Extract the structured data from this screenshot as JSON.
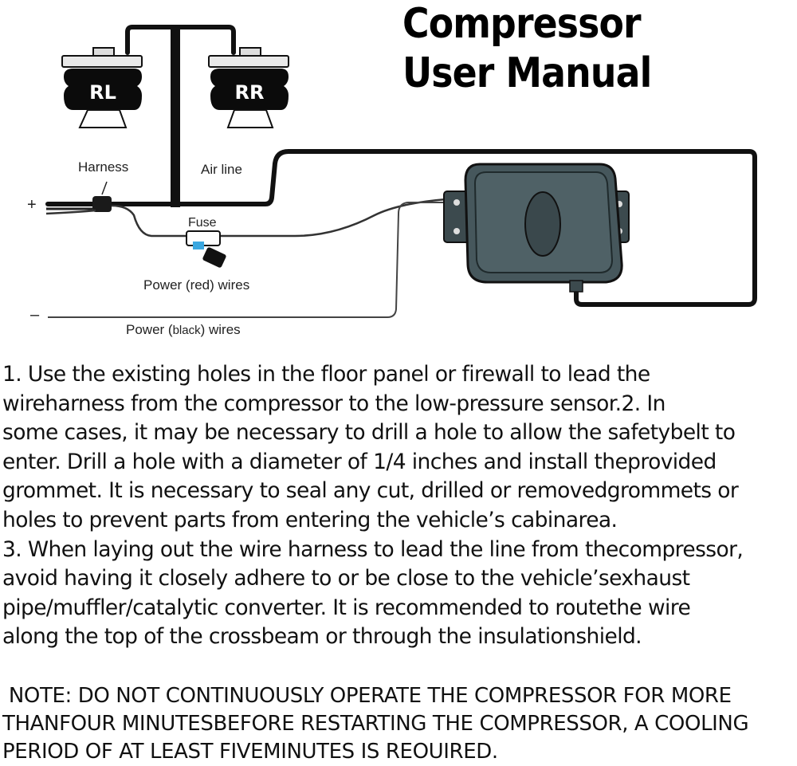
{
  "title": {
    "line1": "Compressor",
    "line2": "User Manual"
  },
  "diagram": {
    "bag_left_label": "RL",
    "bag_right_label": "RR",
    "harness_label": "Harness",
    "airline_label": "Air line",
    "fuse_label": "Fuse",
    "plus_sign": "+",
    "minus_sign": "–",
    "red_wires_label": "Power (red) wires",
    "black_wires_prefix": "Power (",
    "black_wires_mid": "black",
    "black_wires_suffix": ") wires"
  },
  "instructions": [
    "1. Use the existing holes in the floor panel or firewall to lead the",
    "wireharness from the compressor to the low-pressure sensor.2. In",
    "some cases, it may be necessary to drill a hole to allow the safetybelt to",
    "enter. Drill a hole with a diameter of 1/4 inches and install theprovided",
    "grommet. It is necessary to seal any cut, drilled or removedgrommets or",
    "holes to prevent parts from entering the vehicle’s cabinarea.",
    "3. When laying out the wire harness to lead the line from thecompressor,",
    "avoid having it closely adhere to or be close to the vehicle’sexhaust",
    "pipe/muffler/catalytic converter. It is recommended to routethe wire",
    "along the top of the crossbeam or through the insulationshield."
  ],
  "note": [
    " NOTE: DO NOT CONTINUOUSLY OPERATE THE COMPRESSOR FOR MORE",
    "THANFOUR MINUTESBEFORE RESTARTING THE COMPRESSOR, A COOLING",
    "PERIOD OF AT LEAST FIVEMINUTES IS REOUIRED."
  ]
}
